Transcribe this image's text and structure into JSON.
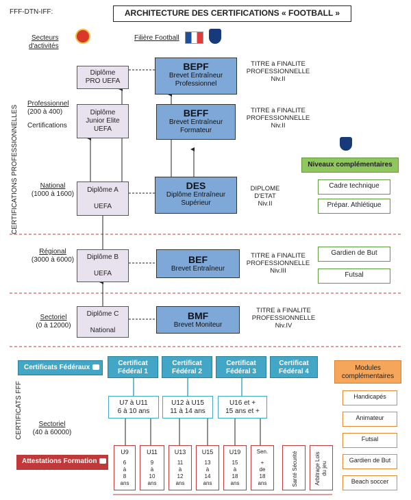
{
  "header": {
    "org": "FFF-DTN-IFF:",
    "title": "ARCHITECTURE DES CERTIFICATIONS « FOOTBALL »"
  },
  "top": {
    "secteurs": "Secteurs",
    "activites": "d'activités",
    "filiere": "Filière Football"
  },
  "side_labels": {
    "pro": "CERTIFICATIONS PROFESSIONNELLES",
    "fff": "CERTIFICATS FFF"
  },
  "levels": {
    "professionnel": {
      "name": "Professionnel",
      "range": "(200 à 400)",
      "cert": "Certifications"
    },
    "national": {
      "name": "National",
      "range": "(1000 à 1600)"
    },
    "regional": {
      "name": "Régional",
      "range": "(3000 à 6000)"
    },
    "sectoriel1": {
      "name": "Sectoriel",
      "range": "(0 à 12000)"
    },
    "sectoriel2": {
      "name": "Sectoriel",
      "range": "(40 à 60000)"
    }
  },
  "uefa": {
    "pro": {
      "l1": "Diplôme",
      "l2": "PRO UEFA"
    },
    "elite": {
      "l1": "Diplôme",
      "l2": "Junior Elite",
      "l3": "UEFA"
    },
    "a": {
      "l1": "Diplôme A",
      "l2": "UEFA"
    },
    "b": {
      "l1": "Diplôme B",
      "l2": "UEFA"
    },
    "c": {
      "l1": "Diplôme C",
      "l2": "National"
    }
  },
  "fff_dipl": {
    "bepf": {
      "abbr": "BEPF",
      "l1": "Brevet Entraîneur",
      "l2": "Professionnel"
    },
    "beff": {
      "abbr": "BEFF",
      "l1": "Brevet Entraîneur",
      "l2": "Formateur"
    },
    "des": {
      "abbr": "DES",
      "l1": "Diplôme Entraîneur",
      "l2": "Supérieur"
    },
    "bef": {
      "abbr": "BEF",
      "l1": "Brevet Entraîneur"
    },
    "bmf": {
      "abbr": "BMF",
      "l1": "Brevet Moniteur"
    }
  },
  "titles": {
    "t1": {
      "l1": "TITRE à FINALITE",
      "l2": "PROFESSIONNELLE",
      "l3": "Niv.II"
    },
    "t2": {
      "l1": "TITRE à FINALITE",
      "l2": "PROFESSIONNELLE",
      "l3": "Niv.II"
    },
    "t3": {
      "l1": "DIPLOME",
      "l2": "D'ETAT",
      "l3": "Niv.II"
    },
    "t4": {
      "l1": "TITRE à FINALITE",
      "l2": "PROFESSIONNELLE",
      "l3": "Niv.III"
    },
    "t5": {
      "l1": "TITRE à FINALITE",
      "l2": "PROFESSIONNELLE",
      "l3": "Niv.IV"
    }
  },
  "complementaires": {
    "header": "Niveaux complémentaires",
    "items": [
      "Cadre technique",
      "Prépar. Athlétique",
      "Gardien de But",
      "Futsal"
    ]
  },
  "certificats": {
    "label": "Certificats Fédéraux",
    "items": [
      {
        "l1": "Certificat",
        "l2": "Fédéral 1"
      },
      {
        "l1": "Certificat",
        "l2": "Fédéral 2"
      },
      {
        "l1": "Certificat",
        "l2": "Fédéral 3"
      },
      {
        "l1": "Certificat",
        "l2": "Fédéral 4"
      }
    ]
  },
  "ages": [
    {
      "l1": "U7 à U11",
      "l2": "6 à 10 ans"
    },
    {
      "l1": "U12 à U15",
      "l2": "11 à 14 ans"
    },
    {
      "l1": "U16 et +",
      "l2": "15 ans et +"
    }
  ],
  "attestations": {
    "label": "Attestations Formation",
    "items": [
      {
        "l1": "U9",
        "l2": "6",
        "l3": "à",
        "l4": "8",
        "l5": "ans"
      },
      {
        "l1": "U11",
        "l2": "9",
        "l3": "à",
        "l4": "10",
        "l5": "ans"
      },
      {
        "l1": "U13",
        "l2": "11",
        "l3": "à",
        "l4": "12",
        "l5": "ans"
      },
      {
        "l1": "U15",
        "l2": "13",
        "l3": "à",
        "l4": "14",
        "l5": "ans"
      },
      {
        "l1": "U19",
        "l2": "15",
        "l3": "à",
        "l4": "18",
        "l5": "ans"
      },
      {
        "l1": "Sen.",
        "l2": "+",
        "l3": "de",
        "l4": "18",
        "l5": "ans"
      }
    ],
    "vert1": "Santé Sécurité",
    "vert2": "Arbitrage Lois du jeu"
  },
  "modules": {
    "header1": "Modules",
    "header2": "complémentaires",
    "items": [
      "Handicapés",
      "Animateur",
      "Futsal",
      "Gardien de But",
      "Beach soccer"
    ]
  },
  "colors": {
    "uefa_fill": "#e8e2ef",
    "fff_blue": "#7ea8d8",
    "green": "#5d9b3a",
    "cyan": "#42a7c6",
    "red": "#c0393a",
    "orange": "#e58a2e",
    "dashed": "#c0393a"
  }
}
